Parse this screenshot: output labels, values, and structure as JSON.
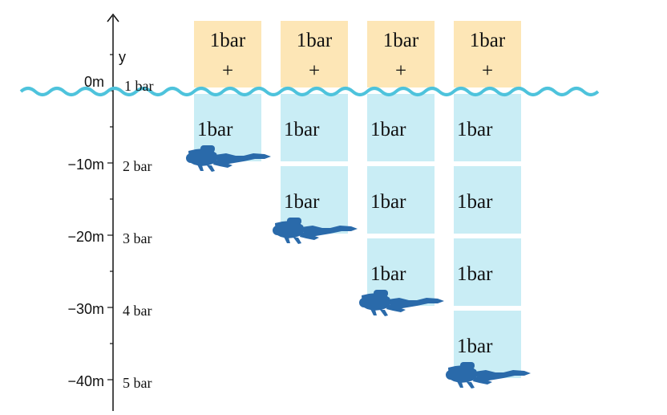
{
  "axis": {
    "label": "y"
  },
  "depth_markers": [
    {
      "depth": "0m",
      "pressure": "1 bar"
    },
    {
      "depth": "−10m",
      "pressure": "2 bar"
    },
    {
      "depth": "−20m",
      "pressure": "3 bar"
    },
    {
      "depth": "−30m",
      "pressure": "4 bar"
    },
    {
      "depth": "−40m",
      "pressure": "5 bar"
    }
  ],
  "atmosphere_box": {
    "label": "1bar",
    "plus": "+"
  },
  "water_box_label": "1bar",
  "columns": [
    {
      "water_layers": 1,
      "diver_depth_index": 1
    },
    {
      "water_layers": 2,
      "diver_depth_index": 2
    },
    {
      "water_layers": 3,
      "diver_depth_index": 3
    },
    {
      "water_layers": 4,
      "diver_depth_index": 4
    }
  ],
  "colors": {
    "atmosphere": "#fde6b6",
    "water": "#c9edf5",
    "wave": "#4ec3dc",
    "diver": "#2a6aaa",
    "axis": "#111111"
  },
  "icons": {
    "diver": "scuba-diver-icon"
  }
}
